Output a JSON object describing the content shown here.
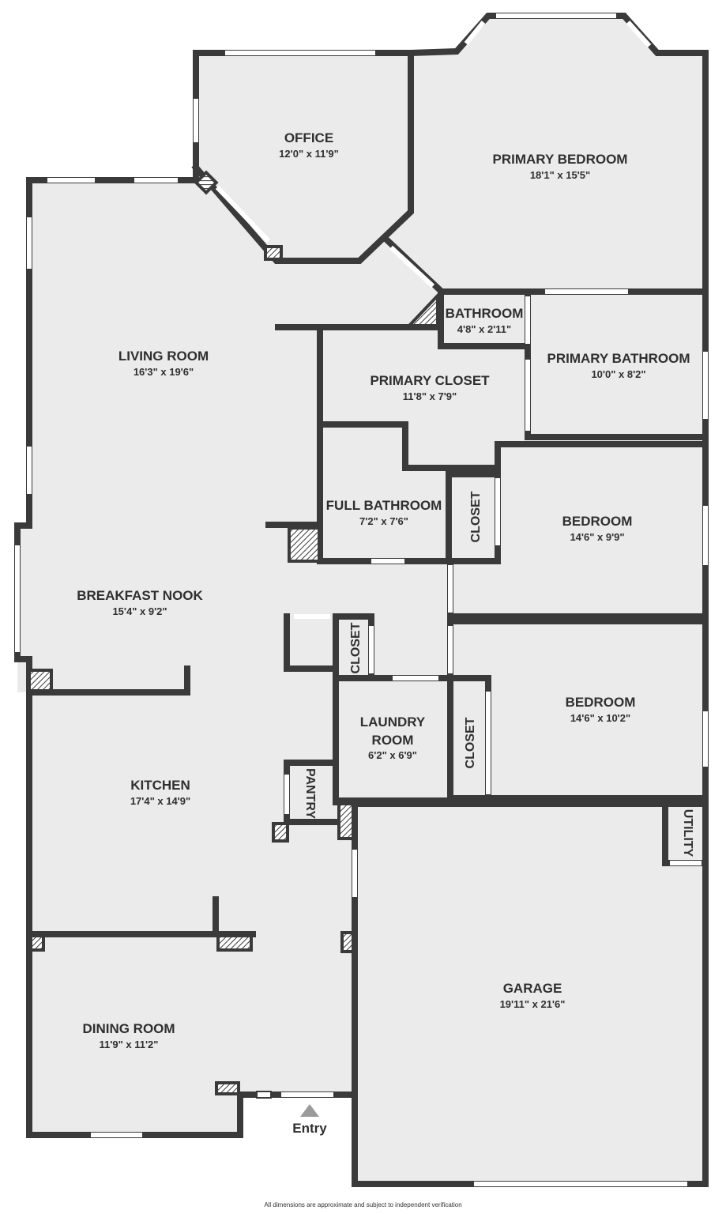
{
  "rooms": {
    "office": {
      "name": "OFFICE",
      "dims": "12'0\" x 11'9\""
    },
    "primary_bedroom": {
      "name": "PRIMARY BEDROOM",
      "dims": "18'1\" x 15'5\""
    },
    "living_room": {
      "name": "LIVING ROOM",
      "dims": "16'3\" x 19'6\""
    },
    "bathroom": {
      "name": "BATHROOM",
      "dims": "4'8\" x 2'11\""
    },
    "primary_bathroom": {
      "name": "PRIMARY BATHROOM",
      "dims": "10'0\" x 8'2\""
    },
    "primary_closet": {
      "name": "PRIMARY CLOSET",
      "dims": "11'8\" x 7'9\""
    },
    "full_bathroom": {
      "name": "FULL BATHROOM",
      "dims": "7'2\" x 7'6\""
    },
    "bedroom_1": {
      "name": "BEDROOM",
      "dims": "14'6\" x 9'9\""
    },
    "breakfast_nook": {
      "name": "BREAKFAST NOOK",
      "dims": "15'4\" x 9'2\""
    },
    "bedroom_2": {
      "name": "BEDROOM",
      "dims": "14'6\" x 10'2\""
    },
    "laundry_room": {
      "name_line1": "LAUNDRY",
      "name_line2": "ROOM",
      "dims": "6'2\" x 6'9\""
    },
    "kitchen": {
      "name": "KITCHEN",
      "dims": "17'4\" x 14'9\""
    },
    "garage": {
      "name": "GARAGE",
      "dims": "19'11\" x 21'6\""
    },
    "dining_room": {
      "name": "DINING ROOM",
      "dims": "11'9\" x 11'2\""
    }
  },
  "closets": {
    "closet_a": "CLOSET",
    "closet_b": "CLOSET",
    "closet_c": "CLOSET",
    "pantry": "PANTRY",
    "utility": "UTILITY"
  },
  "entry": {
    "label": "Entry"
  },
  "footer": {
    "text": "All dimensions are approximate and subject to independent verification"
  },
  "colors": {
    "wall": "#3a3a3a",
    "floor": "#ebebeb",
    "background": "#ffffff",
    "text": "#2f2f2f",
    "entry_arrow": "#9a9a9a"
  }
}
